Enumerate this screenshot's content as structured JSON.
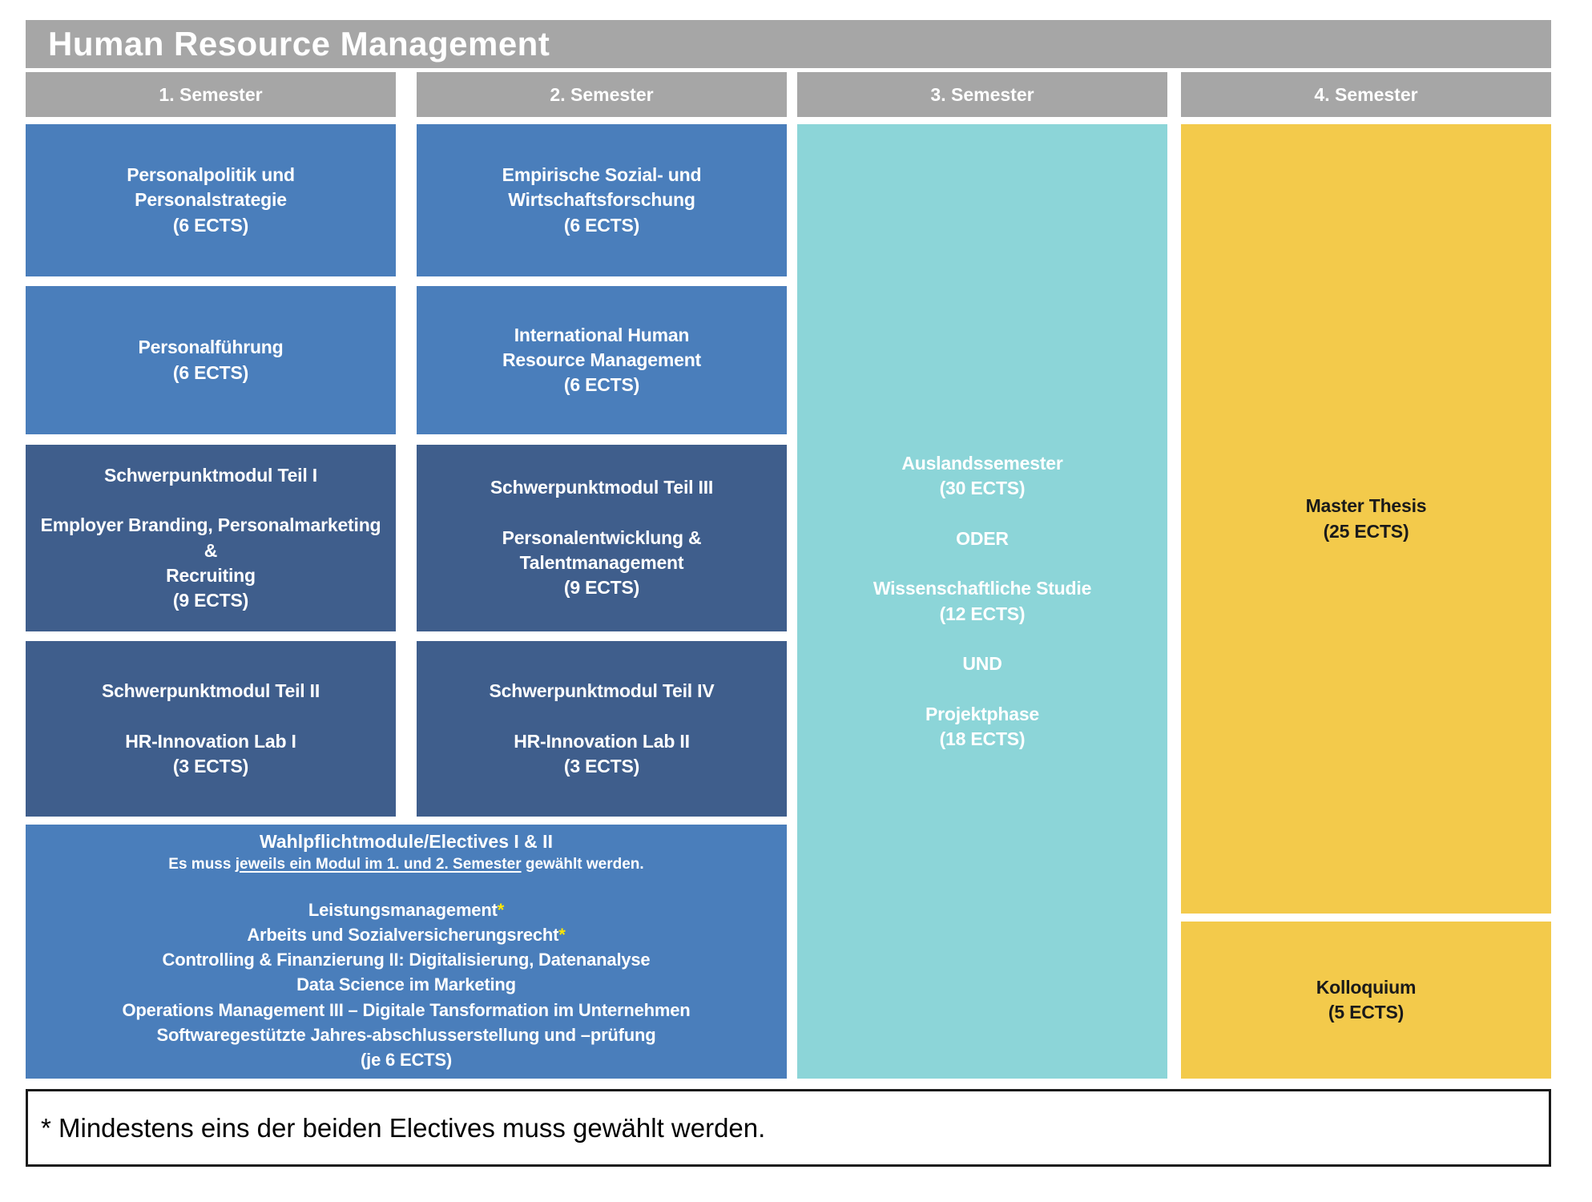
{
  "title": "Human Resource Management",
  "semesters": [
    "1. Semester",
    "2. Semester",
    "3. Semester",
    "4. Semester"
  ],
  "modules": {
    "s1_personalpolitik": {
      "text": "Personalpolitik und\nPersonalstrategie\n(6 ECTS)"
    },
    "s1_personalfuehrung": {
      "text": "Personalführung\n(6 ECTS)"
    },
    "s1_schwerpunkt1": {
      "text": "Schwerpunktmodul Teil I\n\nEmployer Branding, Personalmarketing &\nRecruiting\n(9 ECTS)"
    },
    "s1_schwerpunkt2": {
      "text": "Schwerpunktmodul Teil II\n\nHR-Innovation Lab I\n(3 ECTS)"
    },
    "s2_empirische": {
      "text": "Empirische Sozial- und\nWirtschaftsforschung\n(6 ECTS)"
    },
    "s2_international": {
      "text": "International Human\nResource Management\n(6 ECTS)"
    },
    "s2_schwerpunkt3": {
      "text": "Schwerpunktmodul Teil III\n\nPersonalentwicklung & Talentmanagement\n(9 ECTS)"
    },
    "s2_schwerpunkt4": {
      "text": "Schwerpunktmodul Teil IV\n\nHR-Innovation Lab II\n(3 ECTS)"
    },
    "s3_auslandssemester": {
      "text": "Auslandssemester\n(30 ECTS)\n\nODER\n\nWissenschaftliche Studie\n(12 ECTS)\n\nUND\n\nProjektphase\n(18 ECTS)"
    },
    "s4_master_thesis": {
      "text": "Master Thesis\n(25 ECTS)"
    },
    "s4_kolloquium": {
      "text": "Kolloquium\n(5 ECTS)"
    }
  },
  "electives": {
    "heading": "Wahlpflichtmodule/Electives I & II",
    "subtitle_prefix": "Es muss ",
    "subtitle_underline": "jeweils ein Modul im 1. und 2. Semester",
    "subtitle_suffix": " gewählt werden.",
    "star_symbol": "*",
    "items": [
      {
        "label": "Leistungsmanagement",
        "starred": true
      },
      {
        "label": "Arbeits und Sozialversicherungsrecht",
        "starred": true
      },
      {
        "label": "Controlling & Finanzierung II: Digitalisierung, Datenanalyse",
        "starred": false
      },
      {
        "label": "Data Science im Marketing",
        "starred": false
      },
      {
        "label": "Operations Management III – Digitale Tansformation im Unternehmen",
        "starred": false
      },
      {
        "label": "Softwaregestützte Jahres-abschlusserstellung und –prüfung",
        "starred": false
      },
      {
        "label": "(je 6 ECTS)",
        "starred": false
      }
    ]
  },
  "note": "* Mindestens eins der beiden Electives muss gewählt werden.",
  "colors": {
    "header_gray": "#a6a6a6",
    "module_blue": "#4a7ebb",
    "module_dark_blue": "#3f5e8c",
    "module_teal": "#8cd5d8",
    "module_yellow": "#f3ca4b",
    "star_yellow": "#ffe600",
    "text_white": "#ffffff",
    "text_black": "#000000"
  }
}
